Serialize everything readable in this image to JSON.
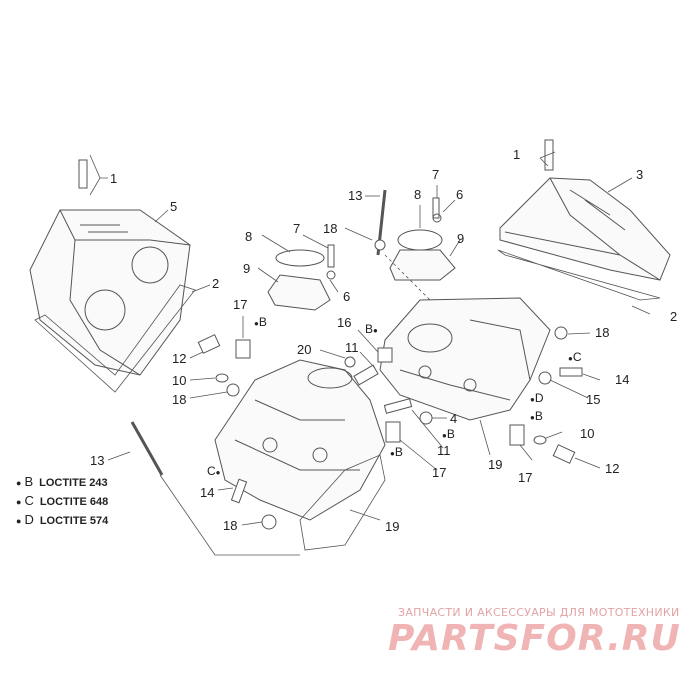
{
  "labels": {
    "l1a": "1",
    "l1b": "1",
    "l2a": "2",
    "l2b": "2",
    "l3": "3",
    "l4": "4",
    "l5": "5",
    "l6a": "6",
    "l6b": "6",
    "l7a": "7",
    "l7b": "7",
    "l8a": "8",
    "l8b": "8",
    "l9a": "9",
    "l9b": "9",
    "l10a": "10",
    "l10b": "10",
    "l11a": "11",
    "l11b": "11",
    "l12a": "12",
    "l12b": "12",
    "l13a": "13",
    "l13b": "13",
    "l14a": "14",
    "l14b": "14",
    "l15": "15",
    "l16": "16",
    "l17a": "17",
    "l17b": "17",
    "l17c": "17",
    "l18a": "18",
    "l18b": "18",
    "l18c": "18",
    "l18d": "18",
    "l19a": "19",
    "l19b": "19",
    "l20": "20",
    "cB1": "B",
    "cB2": "B",
    "cB3": "B",
    "cB4": "B",
    "cB5": "B",
    "cC1": "C",
    "cC2": "C",
    "cD1": "D"
  },
  "legend": [
    {
      "code": "B",
      "text": "LOCTITE 243"
    },
    {
      "code": "C",
      "text": "LOCTITE 648"
    },
    {
      "code": "D",
      "text": "LOCTITE 574"
    }
  ],
  "watermark": {
    "tagline": "ЗАПЧАСТИ И АКСЕССУАРЫ ДЛЯ МОТОТЕХНИКИ",
    "logo": "PARTSFOR.RU",
    "color": "#f0b4b4"
  },
  "line_color": "#555555"
}
